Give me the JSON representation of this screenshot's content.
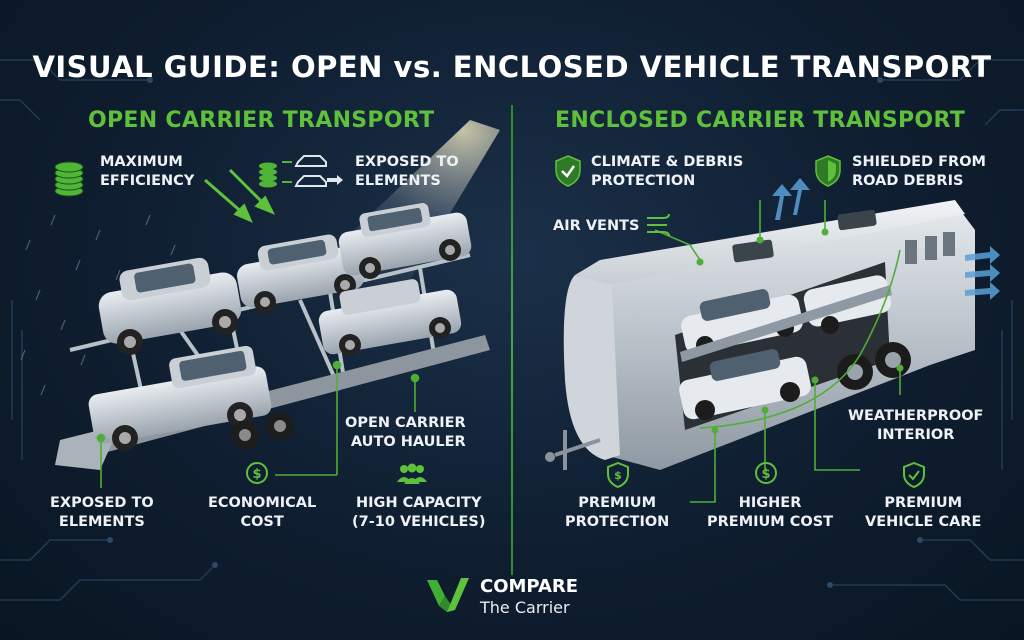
{
  "title": "VISUAL GUIDE: OPEN vs. ENCLOSED VEHICLE TRANSPORT",
  "open_section": {
    "heading": "OPEN CARRIER TRANSPORT",
    "labels": {
      "max_efficiency": "MAXIMUM\nEFFICIENCY",
      "exposed_top": "EXPOSED TO\nELEMENTS",
      "auto_hauler": "OPEN CARRIER\nAUTO HAULER",
      "exposed_bottom": "EXPOSED TO\nELEMENTS",
      "economical": "ECONOMICAL\nCOST",
      "capacity": "HIGH CAPACITY\n(7-10 VEHICLES)"
    }
  },
  "enclosed_section": {
    "heading": "ENCLOSED CARRIER TRANSPORT",
    "labels": {
      "climate": "CLIMATE & DEBRIS\nPROTECTION",
      "shielded": "SHIELDED FROM\nROAD DEBRIS",
      "air_vents": "AIR VENTS",
      "weatherproof": "WEATHERPROOF\nINTERIOR",
      "premium_protection": "PREMIUM\nPROTECTION",
      "higher_cost": "HIGHER\nPREMIUM COST",
      "vehicle_care": "PREMIUM\nVEHICLE CARE"
    }
  },
  "brand": {
    "name_line1": "COMPARE",
    "name_line2": "The Carrier"
  },
  "colors": {
    "accent_green": "#5fc13b",
    "background": "#0f1e30"
  },
  "icons": [
    "coin-stack-icon",
    "cars-arrows-icon",
    "dollar-badge-icon",
    "people-group-icon",
    "shield-check-icon",
    "air-vent-icon",
    "check-badge-icon",
    "brand-logo-icon"
  ]
}
